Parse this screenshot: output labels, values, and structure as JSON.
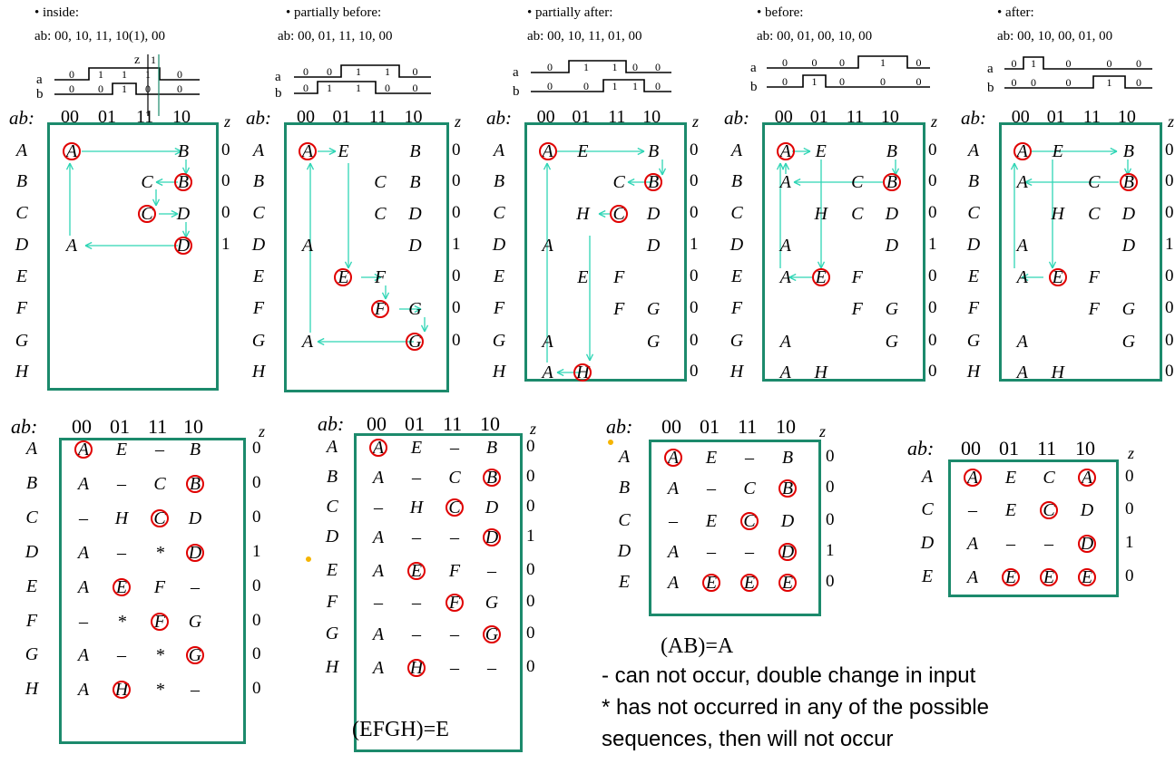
{
  "top_panels": [
    {
      "title": "• inside:",
      "seq": "ab: 00, 10, 11, 10(1), 00",
      "z_label": "z",
      "z_mark": "1",
      "wave_a_labels": [
        "0",
        "1",
        "1",
        "1",
        "0"
      ],
      "wave_b_labels": [
        "0",
        "0",
        "1",
        "0",
        "0"
      ]
    },
    {
      "title": "• partially before:",
      "seq": "ab: 00, 01, 11, 10, 00",
      "wave_a_labels": [
        "0",
        "0",
        "1",
        "1",
        "0"
      ],
      "wave_b_labels": [
        "0",
        "1",
        "1",
        "0",
        "0"
      ]
    },
    {
      "title": "• partially after:",
      "seq": "ab: 00, 10, 11, 01, 00",
      "wave_a_labels": [
        "0",
        "1",
        "1",
        "0",
        "0"
      ],
      "wave_b_labels": [
        "0",
        "0",
        "1",
        "1",
        "0"
      ]
    },
    {
      "title": "• before:",
      "seq": "ab: 00, 01, 00, 10, 00",
      "wave_a_labels": [
        "0",
        "0",
        "0",
        "1",
        "0"
      ],
      "wave_b_labels": [
        "0",
        "1",
        "0",
        "0",
        "0"
      ]
    },
    {
      "title": "• after:",
      "seq": "ab: 00, 10, 00, 01, 00",
      "wave_a_labels": [
        "0",
        "1",
        "0",
        "0",
        "0"
      ],
      "wave_b_labels": [
        "0",
        "0",
        "0",
        "1",
        "0"
      ]
    }
  ],
  "signals": {
    "a": "a",
    "b": "b"
  },
  "ab_label": "ab",
  "ab_colon": ":",
  "z_header": "z",
  "col_headers": [
    "00",
    "01",
    "11",
    "10"
  ],
  "rows8": [
    "A",
    "B",
    "C",
    "D",
    "E",
    "F",
    "G",
    "H"
  ],
  "top_tables": [
    {
      "cells": [
        [
          "A",
          "",
          "",
          "B"
        ],
        [
          "",
          "",
          "C",
          "B"
        ],
        [
          "",
          "",
          "C",
          "D"
        ],
        [
          "A",
          "",
          "",
          "D"
        ],
        [
          "",
          "",
          "",
          ""
        ],
        [
          "",
          "",
          "",
          ""
        ],
        [
          "",
          "",
          "",
          ""
        ],
        [
          "",
          "",
          "",
          ""
        ]
      ],
      "z": [
        "0",
        "0",
        "0",
        "1",
        "",
        "",
        "",
        ""
      ]
    },
    {
      "cells": [
        [
          "A",
          "E",
          "",
          "B"
        ],
        [
          "",
          "",
          "C",
          "B"
        ],
        [
          "",
          "",
          "C",
          "D"
        ],
        [
          "A",
          "",
          "",
          "D"
        ],
        [
          "",
          "E",
          "F",
          ""
        ],
        [
          "",
          "",
          "F",
          "G"
        ],
        [
          "A",
          "",
          "",
          "G"
        ],
        [
          "",
          "",
          "",
          ""
        ]
      ],
      "z": [
        "0",
        "0",
        "0",
        "1",
        "0",
        "0",
        "0",
        ""
      ]
    },
    {
      "cells": [
        [
          "A",
          "E",
          "",
          "B"
        ],
        [
          "",
          "",
          "C",
          "B"
        ],
        [
          "",
          "H",
          "C",
          "D"
        ],
        [
          "A",
          "",
          "",
          "D"
        ],
        [
          "",
          "E",
          "F",
          ""
        ],
        [
          "",
          "",
          "F",
          "G"
        ],
        [
          "A",
          "",
          "",
          "G"
        ],
        [
          "A",
          "H",
          "",
          ""
        ]
      ],
      "z": [
        "0",
        "0",
        "0",
        "1",
        "0",
        "0",
        "0",
        "0"
      ]
    },
    {
      "cells": [
        [
          "A",
          "E",
          "",
          "B"
        ],
        [
          "A",
          "",
          "C",
          "B"
        ],
        [
          "",
          "H",
          "C",
          "D"
        ],
        [
          "A",
          "",
          "",
          "D"
        ],
        [
          "A",
          "E",
          "F",
          ""
        ],
        [
          "",
          "",
          "F",
          "G"
        ],
        [
          "A",
          "",
          "",
          "G"
        ],
        [
          "A",
          "H",
          "",
          ""
        ]
      ],
      "z": [
        "0",
        "0",
        "0",
        "1",
        "0",
        "0",
        "0",
        "0"
      ]
    },
    {
      "cells": [
        [
          "A",
          "E",
          "",
          "B"
        ],
        [
          "A",
          "",
          "C",
          "B"
        ],
        [
          "",
          "H",
          "C",
          "D"
        ],
        [
          "A",
          "",
          "",
          "D"
        ],
        [
          "A",
          "E",
          "F",
          ""
        ],
        [
          "",
          "",
          "F",
          "G"
        ],
        [
          "A",
          "",
          "",
          "G"
        ],
        [
          "A",
          "H",
          "",
          ""
        ]
      ],
      "z": [
        "0",
        "0",
        "0",
        "1",
        "0",
        "0",
        "0",
        "0"
      ]
    }
  ],
  "bottom_tables": [
    {
      "rows": [
        "A",
        "B",
        "C",
        "D",
        "E",
        "F",
        "G",
        "H"
      ],
      "cells": [
        [
          "A",
          "E",
          "–",
          "B"
        ],
        [
          "A",
          "–",
          "C",
          "B"
        ],
        [
          "–",
          "H",
          "C",
          "D"
        ],
        [
          "A",
          "–",
          "*",
          "D"
        ],
        [
          "A",
          "E",
          "F",
          "–"
        ],
        [
          "–",
          "*",
          "F",
          "G"
        ],
        [
          "A",
          "–",
          "*",
          "G"
        ],
        [
          "A",
          "H",
          "*",
          "–"
        ]
      ],
      "z": [
        "0",
        "0",
        "0",
        "1",
        "0",
        "0",
        "0",
        "0"
      ]
    },
    {
      "rows": [
        "A",
        "B",
        "C",
        "D",
        "E",
        "F",
        "G",
        "H"
      ],
      "cells": [
        [
          "A",
          "E",
          "–",
          "B"
        ],
        [
          "A",
          "–",
          "C",
          "B"
        ],
        [
          "–",
          "H",
          "C",
          "D"
        ],
        [
          "A",
          "–",
          "–",
          "D"
        ],
        [
          "A",
          "E",
          "F",
          "–"
        ],
        [
          "–",
          "–",
          "F",
          "G"
        ],
        [
          "A",
          "–",
          "–",
          "G"
        ],
        [
          "A",
          "H",
          "–",
          "–"
        ]
      ],
      "z": [
        "0",
        "0",
        "0",
        "1",
        "0",
        "0",
        "0",
        "0"
      ]
    },
    {
      "rows": [
        "A",
        "B",
        "C",
        "D",
        "E"
      ],
      "cells": [
        [
          "A",
          "E",
          "–",
          "B"
        ],
        [
          "A",
          "–",
          "C",
          "B"
        ],
        [
          "–",
          "E",
          "C",
          "D"
        ],
        [
          "A",
          "–",
          "–",
          "D"
        ],
        [
          "A",
          "E",
          "E",
          "E"
        ]
      ],
      "z": [
        "0",
        "0",
        "0",
        "1",
        "0"
      ]
    },
    {
      "rows": [
        "A",
        "C",
        "D",
        "E"
      ],
      "cells": [
        [
          "A",
          "E",
          "C",
          "A"
        ],
        [
          "–",
          "E",
          "C",
          "D"
        ],
        [
          "A",
          "–",
          "–",
          "D"
        ],
        [
          "A",
          "E",
          "E",
          "E"
        ]
      ],
      "z": [
        "0",
        "0",
        "1",
        "0"
      ]
    }
  ],
  "labels": {
    "efgh": "(EFGH)=E",
    "ab": "(AB)=A"
  },
  "notes": [
    "- can not occur, double change in input",
    "* has not occurred in any of the possible",
    "sequences,  then will not occur"
  ],
  "colors": {
    "box": "#1c8a6c",
    "circle": "#e00000",
    "group": "#f5b400",
    "arrow": "#2fd5b5"
  }
}
